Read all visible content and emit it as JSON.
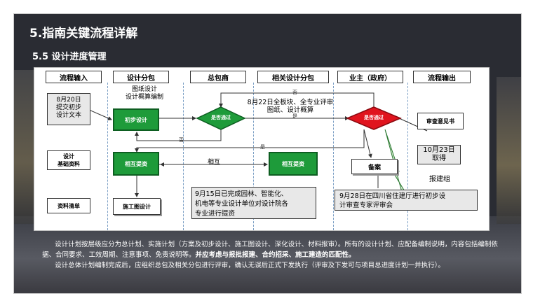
{
  "title": "5.指南关键流程详解",
  "subtitle": "5.5 设计进度管理",
  "lanes": {
    "headers": [
      "流程输入",
      "设计分包",
      "总包商",
      "相关设计分包",
      "业主（政府）",
      "流程输出"
    ]
  },
  "diagram": {
    "note_aug20": "8月20日\n提交初步\n设计文本",
    "drawing_label": "图纸设计\n设计概算编制",
    "box_prelim_design": "初步设计",
    "diamond_gc": "是否通过",
    "diamond_owner": "是否通过",
    "note_aug22": "8月22日全板块、全专业评审\n图纸、设计概算",
    "label_no_top": "否",
    "label_yes_mid": "是",
    "label_no_mid": "否",
    "label_yes_long": "是",
    "label_mutual": "相互",
    "box_mutual_left": "相互提资",
    "box_mutual_right": "相互提资",
    "box_construction": "施工图设计",
    "box_filing": "备案",
    "doc_design_basis": "设计\n基础资料",
    "doc_data_list": "资料清单",
    "doc_review_opinion": "审查意见书",
    "note_oct23": "10月23日\n取得",
    "label_prep_team": "报建组",
    "note_sep15": "9月15日已完成园林、智能化、\n机电等专业设计单位对设计院各\n专业进行提资",
    "note_sep28": "9月28日在四川省住建厅进行初步设\n计审查专家评审会"
  },
  "body": {
    "p1_a": "设计计划按层级应分为总计划、实施计划（方案及初步设计、施工图设计、深化设计、材料报审）。所有的设计计划、应配备编制说明，内容包括编制依据、合同要求、工效周期、注意事项、免责说明等。",
    "p1_b": "并应考虑与报批报建、合约招采、施工建造的匹配性。",
    "p2": "设计总体计划编制完成后，应组织总包及相关分包进行评审，确认无误后正式下发执行（评审及下发可与项目总进度计划一并执行）。"
  },
  "colors": {
    "slide_bg": "#2a2c33",
    "green_box": "#1e9b3a",
    "red_diamond": "#e0141e",
    "green_diamond": "#1e9b3a"
  }
}
